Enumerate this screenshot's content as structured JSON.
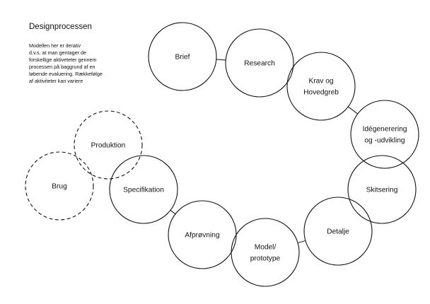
{
  "title": "Designprocessen",
  "description": {
    "line1_pre": "Modellen her er ",
    "line1_em": "iterativ",
    "rest": [
      "d.v.s. at man gentager de",
      "forskellige aktiveteter gennem",
      "processen på baggrund af en",
      "løbende evaluering. Rækkefølge",
      "af aktiviteter kan variere"
    ]
  },
  "nodes": [
    {
      "id": "brief",
      "lines": [
        "Brief"
      ],
      "dashed": false
    },
    {
      "id": "research",
      "lines": [
        "Research"
      ],
      "dashed": false
    },
    {
      "id": "krav",
      "lines": [
        "Krav og",
        "Hovedgreb"
      ],
      "dashed": false
    },
    {
      "id": "idegenerering",
      "lines": [
        "Idégenerering",
        "og -udvikling"
      ],
      "dashed": false
    },
    {
      "id": "skitsering",
      "lines": [
        "Skitsering"
      ],
      "dashed": false
    },
    {
      "id": "detalje",
      "lines": [
        "Detalje"
      ],
      "dashed": false
    },
    {
      "id": "model",
      "lines": [
        "Model/",
        "prototype"
      ],
      "dashed": false
    },
    {
      "id": "afproevning",
      "lines": [
        "Afprøvning"
      ],
      "dashed": false
    },
    {
      "id": "specifikation",
      "lines": [
        "Specifikation"
      ],
      "dashed": false
    },
    {
      "id": "produktion",
      "lines": [
        "Produktion"
      ],
      "dashed": true
    },
    {
      "id": "brug",
      "lines": [
        "Brug"
      ],
      "dashed": true
    }
  ],
  "edges": [
    [
      "brief",
      "research"
    ],
    [
      "krav",
      "idegenerering"
    ],
    [
      "detalje",
      "model"
    ],
    [
      "afproevning",
      "specifikation"
    ]
  ]
}
